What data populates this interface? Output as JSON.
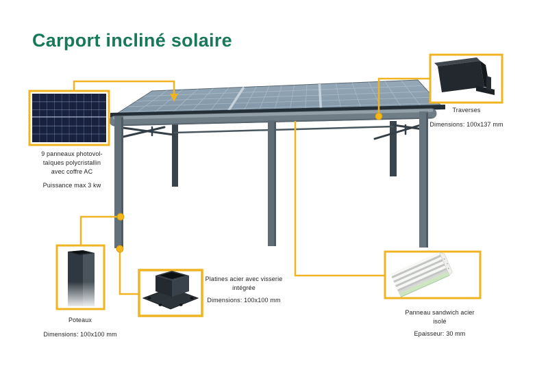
{
  "title": "Carport incliné solaire",
  "colors": {
    "accent_yellow": "#f0b321",
    "title_green": "#17785a",
    "frame_gray": "#66747d",
    "frame_dark_gray": "#39444c",
    "roof_panel_blue": "#8ba0b0",
    "text": "#1f1f1f"
  },
  "callouts": {
    "solar_panels": {
      "icon": "solar-panel-photo",
      "description_lines": [
        "9 panneaux photovol-",
        "taïques polycristallin",
        "avec coffre AC"
      ],
      "power": "Puissance max 3 kw"
    },
    "traverses": {
      "icon": "steel-crossbeam-photo",
      "name": "Traverses",
      "dimensions": "Dimensions: 100x137 mm"
    },
    "poteaux": {
      "icon": "steel-post-photo",
      "name": "Poteaux",
      "dimensions": "Dimensions: 100x100 mm"
    },
    "platines": {
      "icon": "steel-base-plate-photo",
      "description_lines": [
        "Platines acier avec visserie",
        "intégrée"
      ],
      "dimensions": "Dimensions: 100x100 mm"
    },
    "sandwich_panel": {
      "icon": "sandwich-panel-photo",
      "description_lines": [
        "Panneau sandwich acier",
        "isolé"
      ],
      "thickness": "Epaisseur: 30 mm"
    }
  }
}
